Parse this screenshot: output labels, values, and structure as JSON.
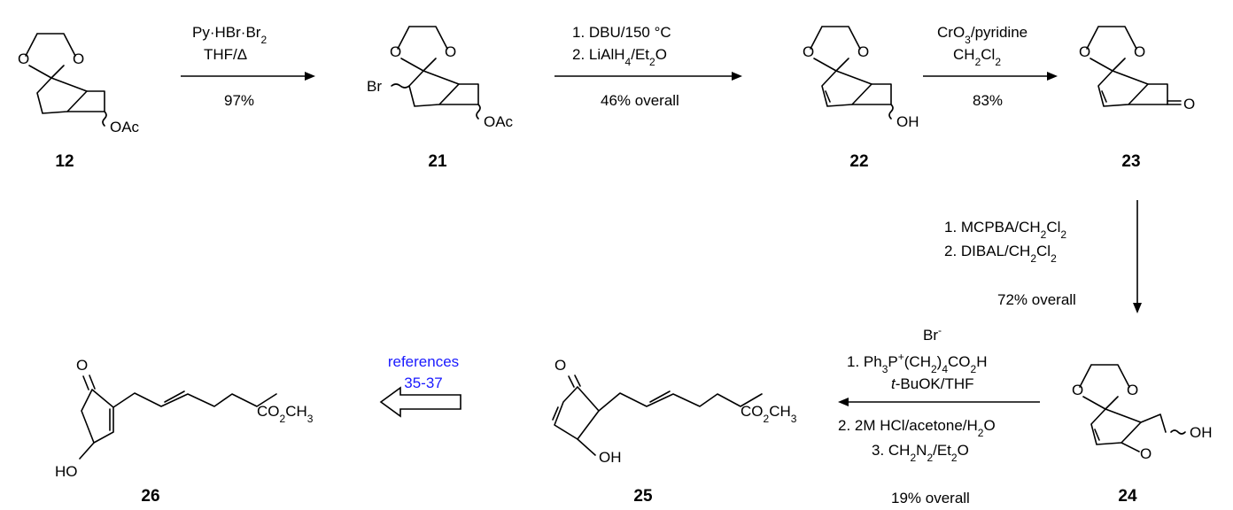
{
  "compounds": {
    "c12": {
      "number": "12",
      "sub_oac": "OAc"
    },
    "c21": {
      "number": "21",
      "sub_br": "Br",
      "sub_oac": "OAc"
    },
    "c22": {
      "number": "22",
      "sub_oh": "OH"
    },
    "c23": {
      "number": "23",
      "sub_o": "O"
    },
    "c24": {
      "number": "24",
      "sub_oh": "OH"
    },
    "c25": {
      "number": "25",
      "sub_oh": "OH",
      "sub_ester_main": "CO",
      "sub_ester_sub": "2",
      "sub_ester_tail": "CH",
      "sub_ester_sub2": "3"
    },
    "c26": {
      "number": "26",
      "sub_ho": "HO",
      "sub_ester_main": "CO",
      "sub_ester_sub": "2",
      "sub_ester_tail": "CH",
      "sub_ester_sub2": "3"
    }
  },
  "atom_O": "O",
  "steps": {
    "s1": {
      "line1": "Py·HBr·Br",
      "line1_sub": "2",
      "line2": "THF/Δ",
      "yield": "97%"
    },
    "s2": {
      "line1": "1. DBU/150 °C",
      "line2a": "2. LiAlH",
      "line2_sub1": "4",
      "line2b": "/Et",
      "line2_sub2": "2",
      "line2c": "O",
      "yield": "46% overall"
    },
    "s3": {
      "line1a": "CrO",
      "line1_sub": "3",
      "line1b": "/pyridine",
      "line2a": "CH",
      "line2_sub1": "2",
      "line2b": "Cl",
      "line2_sub2": "2",
      "yield": "83%"
    },
    "s4": {
      "line1a": "1. MCPBA/CH",
      "line1_sub1": "2",
      "line1b": "Cl",
      "line1_sub2": "2",
      "line2a": "2. DIBAL/CH",
      "line2_sub1": "2",
      "line2b": "Cl",
      "line2_sub2": "2",
      "yield": "72% overall"
    },
    "s5": {
      "br": "Br",
      "br_sup": "-",
      "l1a": "1. Ph",
      "l1_sub1": "3",
      "l1b": "P",
      "l1_sup": "+",
      "l1c": "(CH",
      "l1_sub2": "2",
      "l1d": ")",
      "l1_sub3": "4",
      "l1e": "CO",
      "l1_sub4": "2",
      "l1f": "H",
      "l2a": "t",
      "l2b": "-BuOK/THF",
      "l3a": "2. 2M HCl/acetone/H",
      "l3_sub": "2",
      "l3b": "O",
      "l4a": "3. CH",
      "l4_sub1": "2",
      "l4b": "N",
      "l4_sub2": "2",
      "l4c": "/Et",
      "l4_sub3": "2",
      "l4d": "O",
      "yield": "19% overall"
    },
    "s6": {
      "line1": "references",
      "line2": "35-37"
    }
  }
}
